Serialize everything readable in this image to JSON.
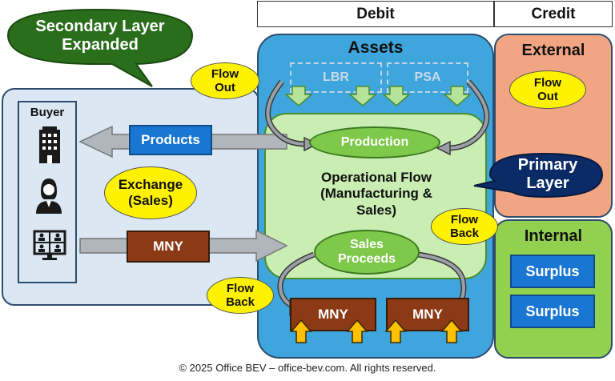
{
  "header": {
    "debit": "Debit",
    "credit": "Credit"
  },
  "secondary_callout": "Secondary Layer Expanded",
  "primary_callout": "Primary Layer",
  "buyer": {
    "title": "Buyer",
    "icons": [
      "office-building-icon",
      "person-icon",
      "video-meeting-icon"
    ]
  },
  "exchange_label": "Exchange (Sales)",
  "products_label": "Products",
  "mny_left_label": "MNY",
  "assets": {
    "title": "Assets",
    "lbr": "LBR",
    "psa": "PSA",
    "production": "Production",
    "operational_flow": "Operational Flow (Manufacturing & Sales)",
    "sales_proceeds": "Sales Proceeds",
    "mny_boxes": [
      "MNY",
      "MNY"
    ]
  },
  "flow_labels": {
    "flow_out_left": "Flow Out",
    "flow_out_right": "Flow Out",
    "flow_back_left": "Flow Back",
    "flow_back_right": "Flow Back"
  },
  "external": {
    "title": "External"
  },
  "internal": {
    "title": "Internal",
    "items": [
      "Surplus",
      "Surplus"
    ]
  },
  "footer": "© 2025 Office BEV – office-bev.com. All rights reserved.",
  "colors": {
    "assets_blue": "#3ea6dc",
    "operational_green": "#c9edb2",
    "external_orange": "#f2a582",
    "internal_green": "#92d050",
    "buyer_panel": "#dbe7f3",
    "callout_dark_green": "#2a6e1c",
    "callout_navy": "#0b2b66",
    "flow_label_yellow": "#fff200"
  }
}
